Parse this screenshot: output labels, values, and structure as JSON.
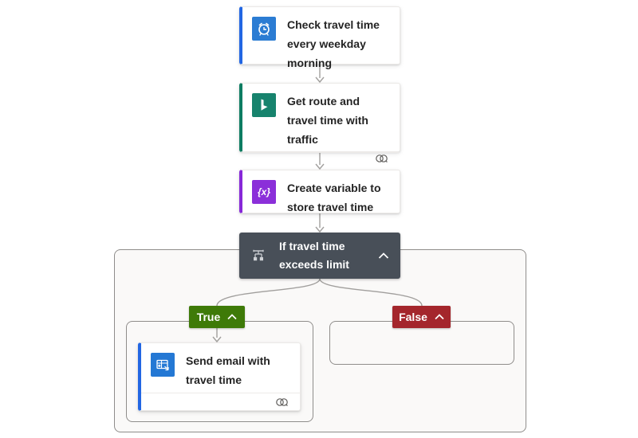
{
  "app": "power-automate-flow-designer",
  "nodes": {
    "trigger": {
      "label": "Check travel time every weekday morning"
    },
    "get_route": {
      "label": "Get route and travel time with traffic"
    },
    "create_variable": {
      "label": "Create variable to store travel time"
    },
    "condition": {
      "label": "If travel time exceeds limit"
    },
    "send_email": {
      "label": "Send email with travel time"
    }
  },
  "branches": {
    "true": {
      "label": "True"
    },
    "false": {
      "label": "False"
    }
  },
  "icons": {
    "trigger": "recurrence-clock-icon",
    "get_route": "bing-maps-icon",
    "create_variable": "variable-braces-icon",
    "condition": "condition-branch-icon",
    "send_email": "outlook-mail-icon",
    "collapse": "chevron-up-icon",
    "connection": "linked-connection-icon",
    "variable_glyph": "{x}"
  },
  "colors": {
    "trigger_accent": "#2266e3",
    "trigger_tile": "#2b7cd3",
    "bing_accent": "#0d7d62",
    "bing_tile": "#17836d",
    "variable_accent": "#8728d8",
    "variable_tile": "#8b2fd9",
    "condition_bg": "#484f58",
    "true_badge_bg": "#3e7a08",
    "false_badge_bg": "#a4262c",
    "email_accent": "#2266e3",
    "email_tile": "#2478d4",
    "connector_line": "#a19f9d",
    "scope_border": "#8f8d8b",
    "scope_bg": "#faf9f8",
    "card_text": "#242424"
  }
}
